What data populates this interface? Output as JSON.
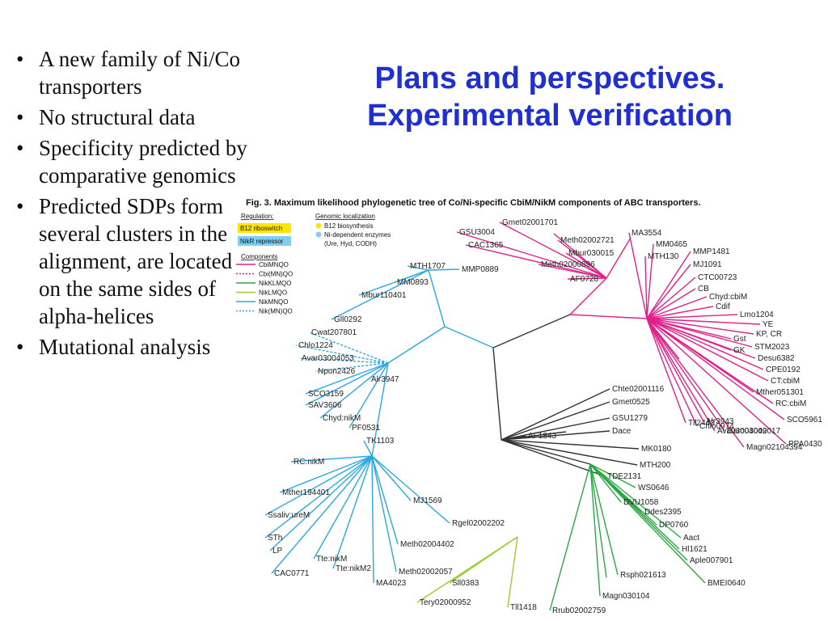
{
  "slide": {
    "title_line1": "Plans and perspectives.",
    "title_line2": "Experimental verification",
    "bullets": [
      "A new family of Ni/Co transporters",
      "No structural data",
      "Specificity predicted by comparative genomics",
      "Predicted SDPs form several clusters in the alignment, are located on the same sides of alpha-helices",
      "Mutational analysis"
    ]
  },
  "figure": {
    "caption": "Fig. 3. Maximum likelihood phylogenetic tree of Co/Ni-specific CbiM/NikM components of ABC transporters.",
    "legend": {
      "regulation_title": "Regulation:",
      "regulation_items": [
        {
          "label": "B12 riboswitch",
          "color": "#ffe600"
        },
        {
          "label": "NikR repressor",
          "color": "#7fcdf0"
        }
      ],
      "localization_title": "Genomic localization",
      "localization_items": [
        {
          "label": "B12 biosynthesis",
          "color": "#ffe600"
        },
        {
          "label": "Ni-dependent enzymes",
          "color": "#7fcdf0"
        },
        {
          "label": "(Ure, Hyd, CODH)",
          "color": ""
        }
      ],
      "components_title": "Components",
      "components": [
        {
          "label": "CbiMNQO",
          "color": "#e0218a",
          "dashed": false
        },
        {
          "label": "Cbi(MN)QO",
          "color": "#e0218a",
          "dashed": true
        },
        {
          "label": "NikKLMQO",
          "color": "#2aa843",
          "dashed": false
        },
        {
          "label": "NikLMQO",
          "color": "#9acd32",
          "dashed": false
        },
        {
          "label": "NikMNQO",
          "color": "#2aa8e0",
          "dashed": false
        },
        {
          "label": "Nik(MN)QO",
          "color": "#2aa8e0",
          "dashed": true
        }
      ]
    },
    "leaves": {
      "magenta": [
        "Gmet02001701",
        "GSU3004",
        "CAC1365",
        "MA3554",
        "Meth02002721",
        "MM0465",
        "Mbur030015",
        "MTH130",
        "Meth02000896",
        "MMP1481",
        "MJ1091",
        "AF0728",
        "CTC00723",
        "CB",
        "Chyd:cbiM",
        "Cdif",
        "Lmo1204",
        "YE",
        "KP, CR",
        "Gst",
        "GK",
        "STM2023",
        "Desu6382",
        "CPE0192",
        "CT:cbiM",
        "Mther051301",
        "RC:cbiM",
        "SCO5961",
        "PPA0430",
        "Magn02104394",
        "Daro03002017",
        "Ava03004049",
        "Alr3943",
        "Chlo0974",
        "Tll2442"
      ],
      "blue": [
        "MTH1707",
        "MMP0889",
        "MM0893",
        "Mbur110401",
        "Gll0292",
        "Cwat207801",
        "Chlo1224",
        "Avar03004053",
        "Npun2426",
        "Alr3947",
        "SCO3159",
        "SAV3606",
        "Chyd:nikM",
        "PF0531",
        "TK1103",
        "RC:nikM",
        "Mther194401",
        "MJ1569",
        "Rgel02002202",
        "Ssaliv:ureM",
        "STh",
        "LP",
        "Tte:nikM",
        "Tte:nikM2",
        "Meth02004402",
        "CAC0771",
        "Meth02002057",
        "MA4023"
      ],
      "dark": [
        "Chte02001116",
        "Gmet0525",
        "GSU1279",
        "Dace",
        "AF1843",
        "MK0180",
        "MTH200",
        "TDE2131"
      ],
      "green": [
        "WS0646",
        "DVU1058",
        "Ddes2395",
        "DP0760",
        "Aact",
        "Hl1621",
        "Aple007901",
        "BMEI0640",
        "Rsph021613",
        "Magn030104",
        "Rrub02002759"
      ],
      "lime": [
        "Sll0383",
        "Tery02000952",
        "Tll1418"
      ]
    }
  }
}
